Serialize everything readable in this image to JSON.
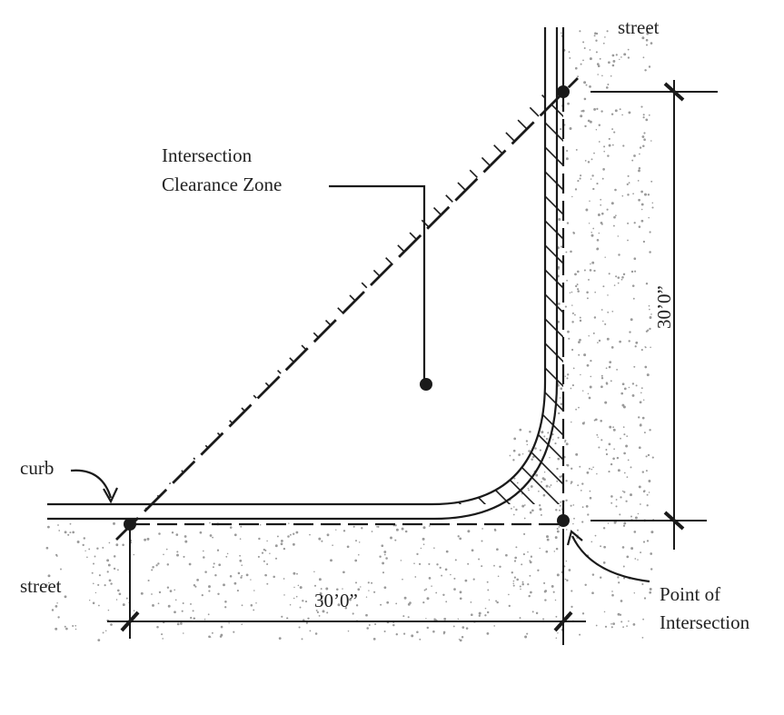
{
  "labels": {
    "street_top": "street",
    "zone_line1": "Intersection",
    "zone_line2": "Clearance Zone",
    "curb": "curb",
    "street_left": "street",
    "dim_horizontal": "30’0”",
    "dim_vertical": "30’0”",
    "poi_line1": "Point of",
    "poi_line2": "Intersection"
  },
  "colors": {
    "ink": "#1a1a1a",
    "paper": "#ffffff",
    "stipple": "#9a9a9a"
  }
}
